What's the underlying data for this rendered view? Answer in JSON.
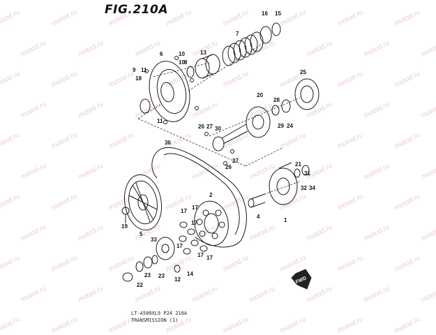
{
  "figure": {
    "title": "FIG.210A",
    "footer_line1": "LT-A500XL9  P24  210A",
    "footer_line2": "TRANSMISSION (1)",
    "fwd_label": "FWD",
    "watermark_text": "motod.ru"
  },
  "colors": {
    "line": "#1a1a1a",
    "watermark": "#d9a3a6"
  },
  "callouts": [
    {
      "id": "p1",
      "text": "1"
    },
    {
      "id": "p2",
      "text": "2"
    },
    {
      "id": "p4",
      "text": "4"
    },
    {
      "id": "p5",
      "text": "5"
    },
    {
      "id": "p6",
      "text": "6"
    },
    {
      "id": "p7",
      "text": "7"
    },
    {
      "id": "p8",
      "text": "8"
    },
    {
      "id": "p9",
      "text": "9"
    },
    {
      "id": "p10a",
      "text": "10"
    },
    {
      "id": "p10b",
      "text": "10"
    },
    {
      "id": "p11a",
      "text": "11"
    },
    {
      "id": "p11b",
      "text": "11"
    },
    {
      "id": "p12",
      "text": "12"
    },
    {
      "id": "p13",
      "text": "13"
    },
    {
      "id": "p14",
      "text": "14"
    },
    {
      "id": "p15",
      "text": "15"
    },
    {
      "id": "p16",
      "text": "16"
    },
    {
      "id": "p17a",
      "text": "17"
    },
    {
      "id": "p17b",
      "text": "17"
    },
    {
      "id": "p17c",
      "text": "17"
    },
    {
      "id": "p17d",
      "text": "17"
    },
    {
      "id": "p17e",
      "text": "17"
    },
    {
      "id": "p17f",
      "text": "17"
    },
    {
      "id": "p18",
      "text": "18"
    },
    {
      "id": "p19",
      "text": "19"
    },
    {
      "id": "p20",
      "text": "20"
    },
    {
      "id": "p21",
      "text": "21"
    },
    {
      "id": "p22",
      "text": "22"
    },
    {
      "id": "p23a",
      "text": "23"
    },
    {
      "id": "p23b",
      "text": "23"
    },
    {
      "id": "p24",
      "text": "24"
    },
    {
      "id": "p25",
      "text": "25"
    },
    {
      "id": "p26a",
      "text": "26"
    },
    {
      "id": "p26b",
      "text": "26"
    },
    {
      "id": "p27a",
      "text": "27"
    },
    {
      "id": "p27b",
      "text": "27"
    },
    {
      "id": "p28",
      "text": "28"
    },
    {
      "id": "p29",
      "text": "29"
    },
    {
      "id": "p30",
      "text": "30"
    },
    {
      "id": "p31",
      "text": "31"
    },
    {
      "id": "p32",
      "text": "32"
    },
    {
      "id": "p33",
      "text": "33"
    },
    {
      "id": "p34",
      "text": "34"
    },
    {
      "id": "p36",
      "text": "36"
    }
  ]
}
